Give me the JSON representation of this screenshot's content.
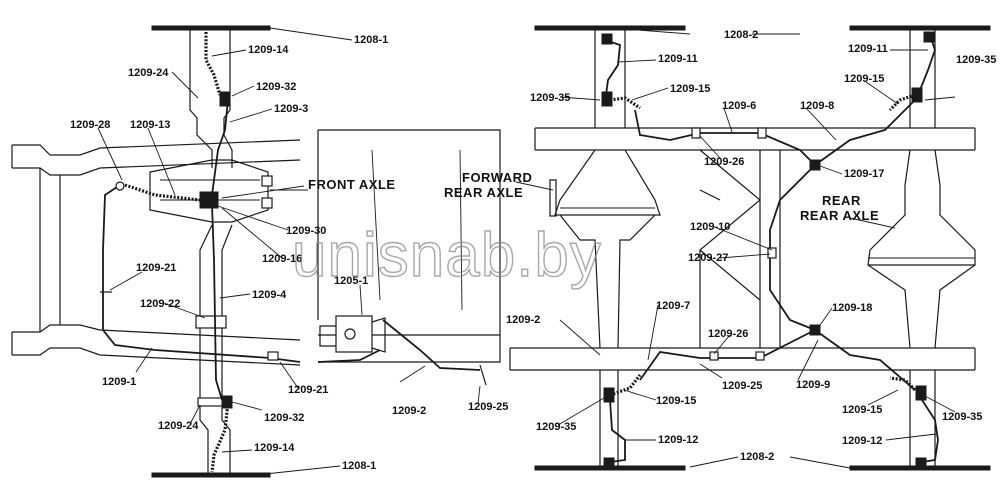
{
  "watermark": "unisnab.by",
  "captions": {
    "front_axle": "FRONT AXLE",
    "forward_rear_axle_1": "FORWARD",
    "forward_rear_axle_2": "REAR AXLE",
    "rear_rear_axle_1": "REAR",
    "rear_rear_axle_2": "REAR AXLE"
  },
  "labels": {
    "l_1208_1_top": "1208-1",
    "l_1209_14_top": "1209-14",
    "l_1209_24_top": "1209-24",
    "l_1209_32_top": "1209-32",
    "l_1209_3": "1209-3",
    "l_1209_28": "1209-28",
    "l_1209_13": "1209-13",
    "l_1209_30": "1209-30",
    "l_1209_16": "1209-16",
    "l_1209_21_left": "1209-21",
    "l_1209_22": "1209-22",
    "l_1209_4": "1209-4",
    "l_1205_1": "1205-1",
    "l_1209_1": "1209-1",
    "l_1209_21_bottom": "1209-21",
    "l_1209_24_bottom": "1209-24",
    "l_1209_32_bottom": "1209-32",
    "l_1209_14_bottom": "1209-14",
    "l_1208_1_bottom": "1208-1",
    "l_1209_2_mid": "1209-2",
    "l_1209_25_mid": "1209-25",
    "l_1208_2_top": "1208-2",
    "l_1209_11_left": "1209-11",
    "l_1209_11_right": "1209-11",
    "l_1209_35_top_left": "1209-35",
    "l_1209_35_top_right": "1209-35",
    "l_1209_15_top_left": "1209-15",
    "l_1209_15_top_right": "1209-15",
    "l_1209_6": "1209-6",
    "l_1209_8": "1209-8",
    "l_1209_26_top": "1209-26",
    "l_1209_17": "1209-17",
    "l_1209_10": "1209-10",
    "l_1209_27": "1209-27",
    "l_1209_2_right": "1209-2",
    "l_1209_7": "1209-7",
    "l_1209_18": "1209-18",
    "l_1209_26_bottom": "1209-26",
    "l_1209_25_right": "1209-25",
    "l_1209_9": "1209-9",
    "l_1209_15_bottom_left": "1209-15",
    "l_1209_15_bottom_right": "1209-15",
    "l_1209_35_bottom_left": "1209-35",
    "l_1209_35_bottom_right": "1209-35",
    "l_1209_12_left": "1209-12",
    "l_1209_12_right": "1209-12",
    "l_1208_2_bottom": "1208-2"
  }
}
